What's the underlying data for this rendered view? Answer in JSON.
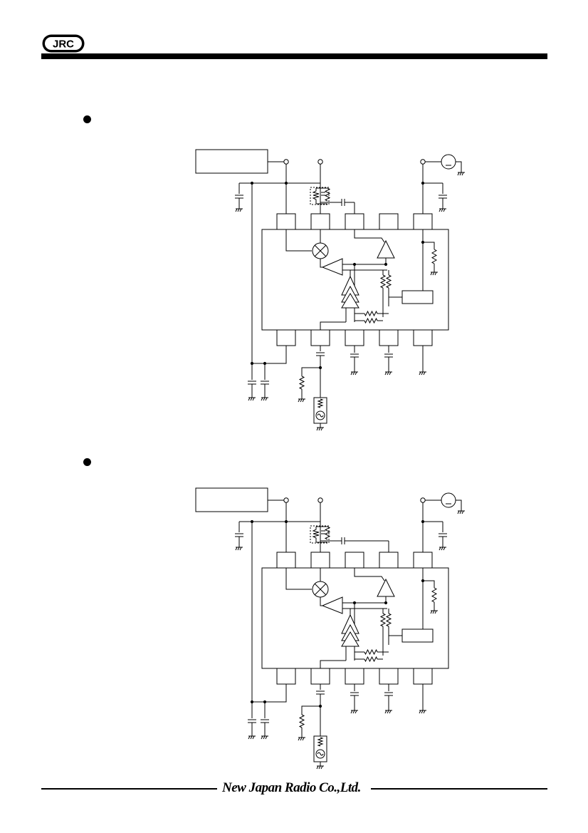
{
  "header": {
    "logo_text": "JRC"
  },
  "footer": {
    "company_name": "New Japan Radio Co.,Ltd."
  },
  "diagrams": [
    {
      "id": "top",
      "feedback_pin": 3
    },
    {
      "id": "bottom",
      "feedback_pin": 4
    }
  ],
  "icons": {
    "bullet": "filled-circle-bullet",
    "ground": "ground-symbol",
    "mixer": "mixer-cross-circle",
    "signal_source": "ac-source-icon"
  }
}
